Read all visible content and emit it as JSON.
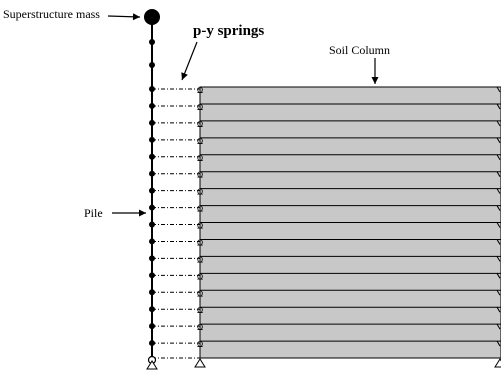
{
  "labels": {
    "superstructure_mass": "Superstructure mass",
    "py_springs": "p-y springs",
    "soil_column": "Soil Column",
    "pile": "Pile"
  },
  "colors": {
    "soil_fill": "#c8c8c8",
    "line": "#000000"
  }
}
